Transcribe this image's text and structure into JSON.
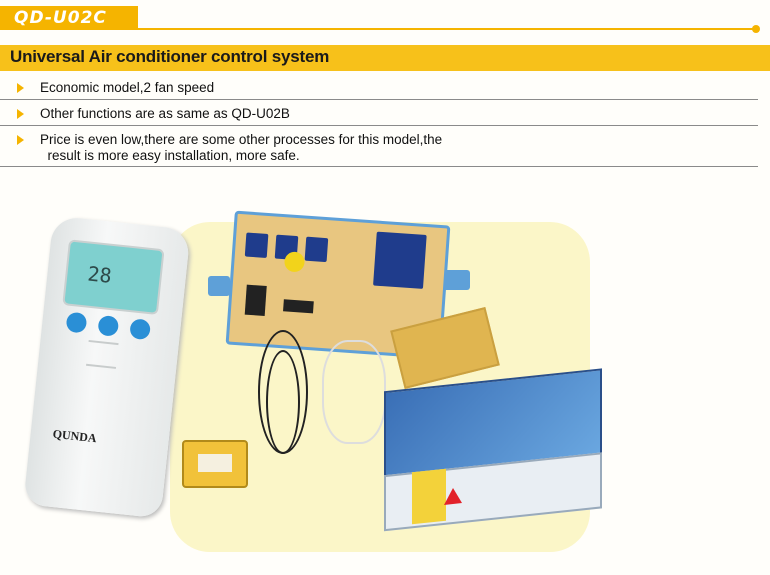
{
  "header": {
    "model": "QD-U02C",
    "title": "Universal Air conditioner control system"
  },
  "features": [
    {
      "text": "Economic model,2 fan speed"
    },
    {
      "text": "Other functions are as same as QD-U02B"
    },
    {
      "text": "Price is even low,there are some other processes for this model,the\n  result is more easy installation, more safe."
    }
  ],
  "product": {
    "remote_brand": "QUNDA",
    "remote_display": "28"
  },
  "colors": {
    "accent": "#f5b400",
    "title_bar": "#f7c11a",
    "rule": "#8a8a8a"
  }
}
